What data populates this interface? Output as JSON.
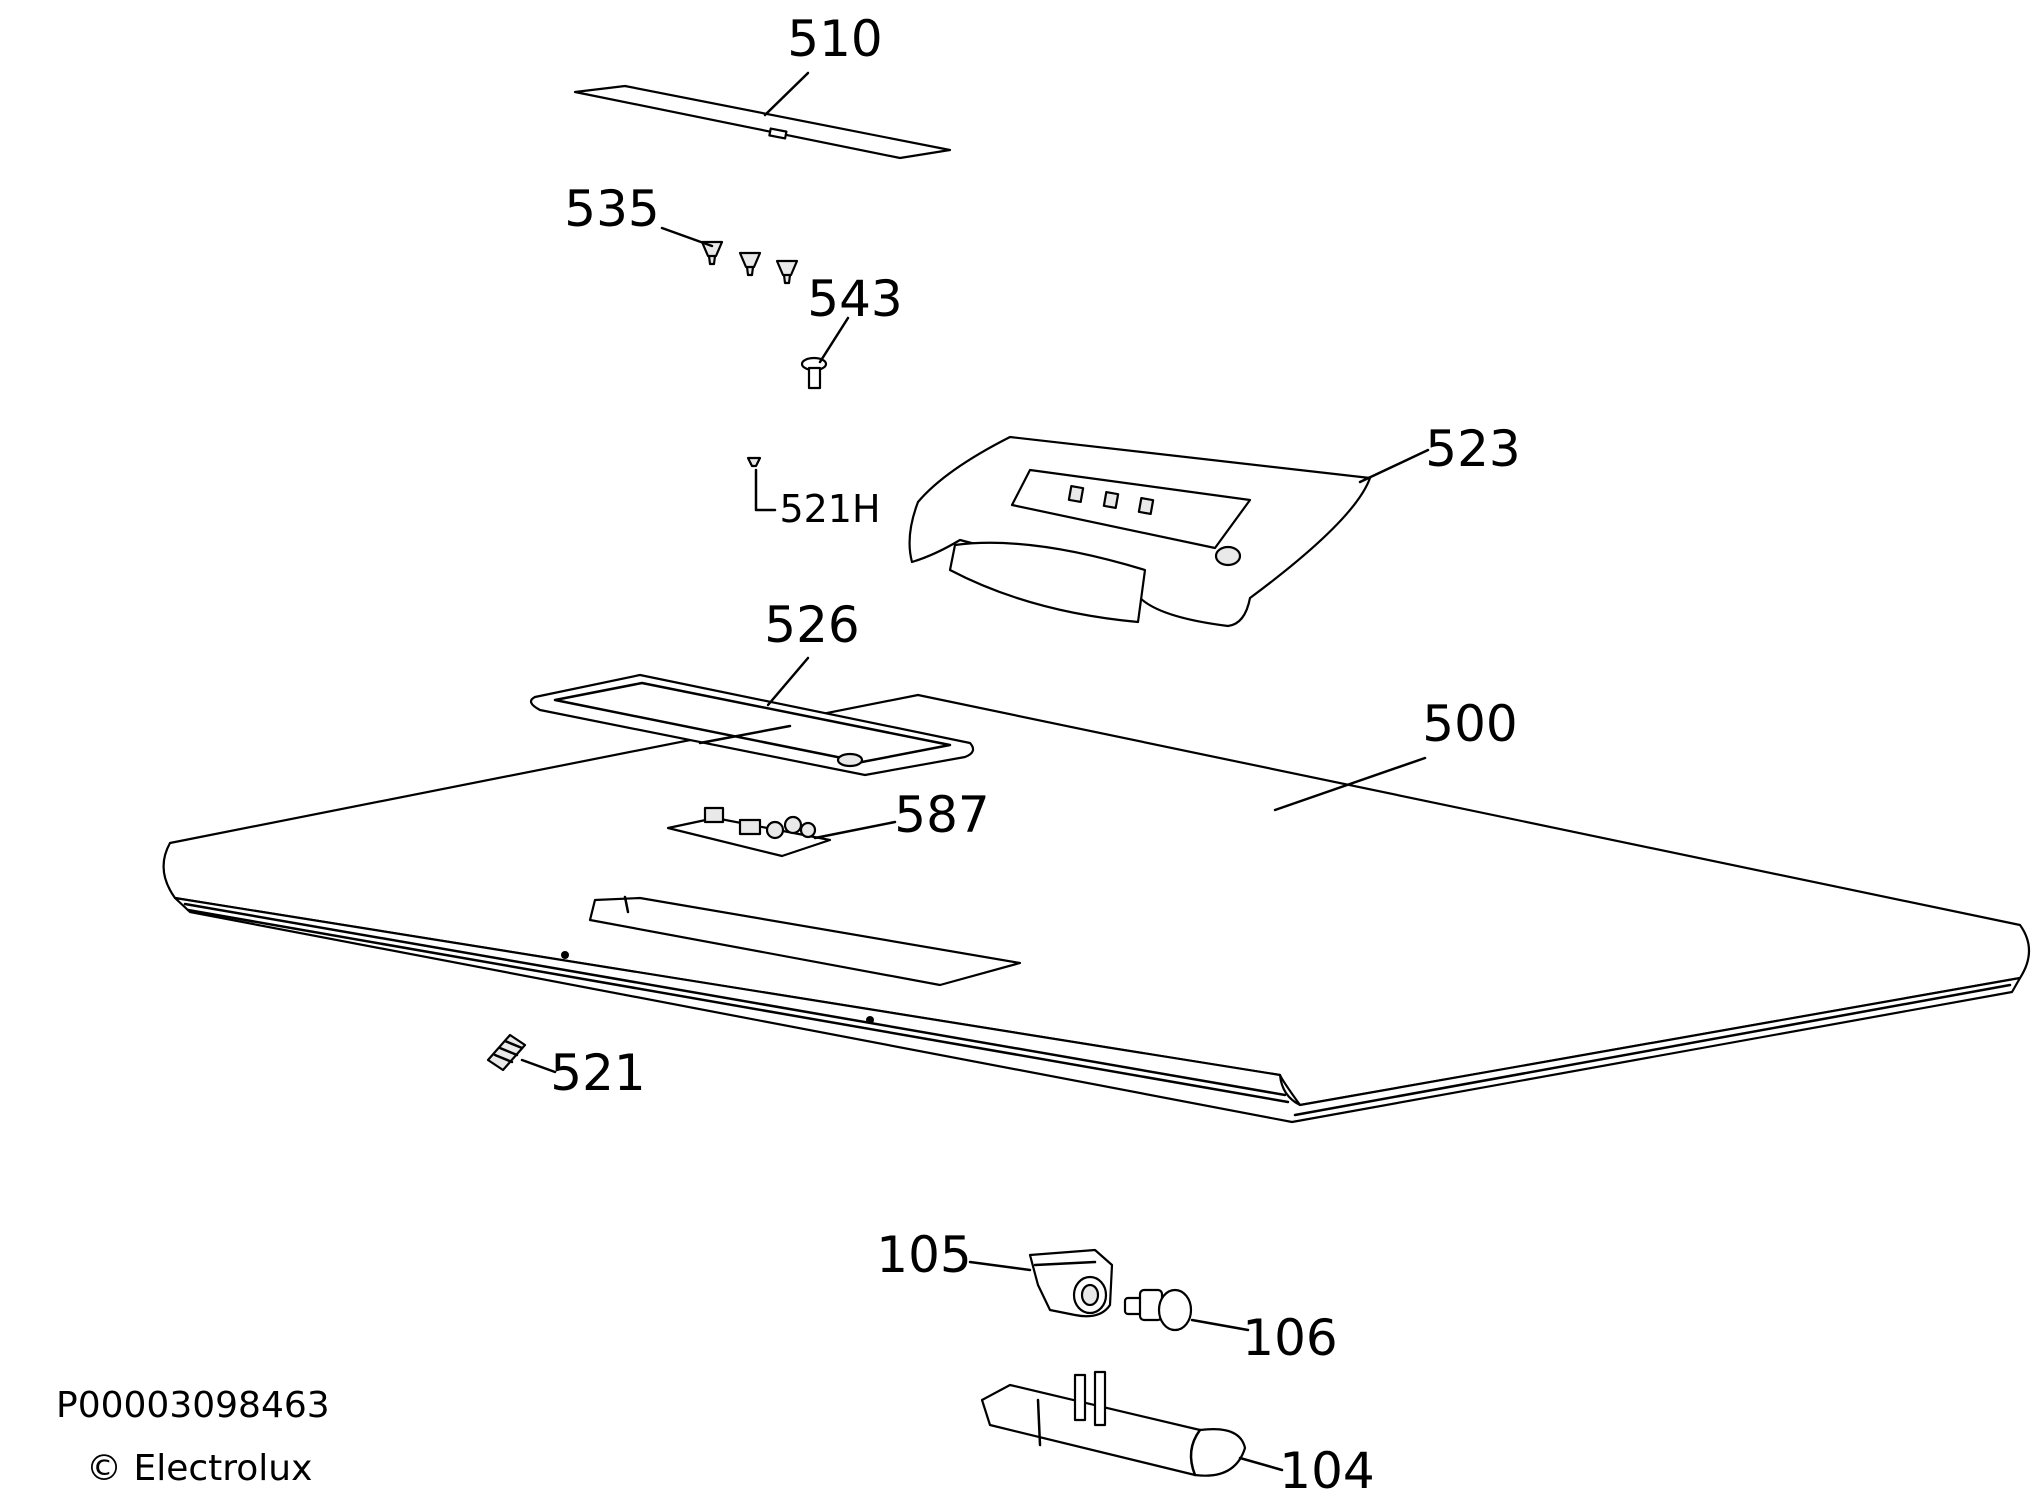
{
  "parts": {
    "p510": "510",
    "p535": "535",
    "p543": "543",
    "p521h": "521H",
    "p523": "523",
    "p526": "526",
    "p500": "500",
    "p587": "587",
    "p521": "521",
    "p105": "105",
    "p106": "106",
    "p104": "104"
  },
  "footer": {
    "part_number": "P00003098463",
    "copyright": "© Electrolux"
  }
}
